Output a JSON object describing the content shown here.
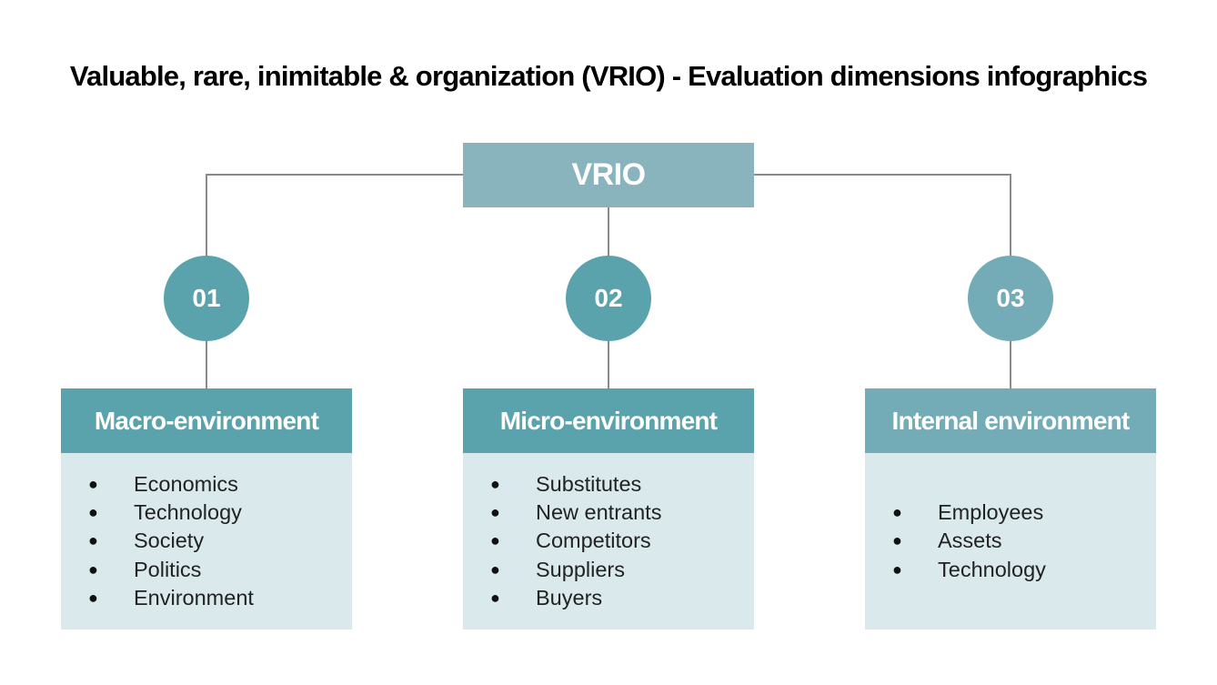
{
  "title": "Valuable, rare, inimitable & organization (VRIO) - Evaluation dimensions infographics",
  "root": {
    "label": "VRIO",
    "color": "#89b4bd"
  },
  "colors": {
    "line": "#8a8a8a",
    "body_bg": "#dae9ec"
  },
  "columns": [
    {
      "number": "01",
      "circle_color": "#5aa2ac",
      "header": "Macro-environment",
      "header_color": "#5aa2ac",
      "items": [
        "Economics",
        "Technology",
        "Society",
        "Politics",
        "Environment"
      ]
    },
    {
      "number": "02",
      "circle_color": "#5aa2ac",
      "header": "Micro-environment",
      "header_color": "#5aa2ac",
      "items": [
        "Substitutes",
        "New entrants",
        "Competitors",
        "Suppliers",
        "Buyers"
      ]
    },
    {
      "number": "03",
      "circle_color": "#73acb6",
      "header": "Internal environment",
      "header_color": "#73acb6",
      "items": [
        "Employees",
        "Assets",
        "Technology"
      ]
    }
  ]
}
